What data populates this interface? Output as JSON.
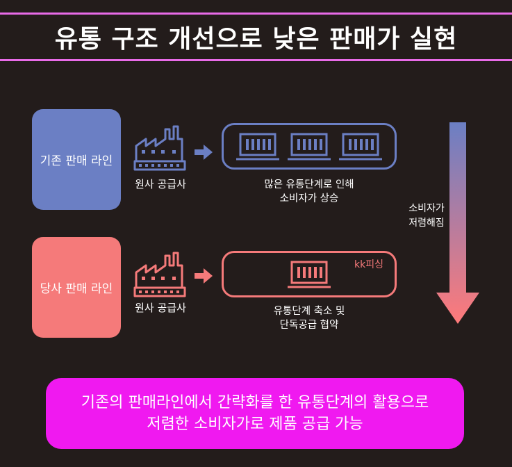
{
  "title": "유통 구조 개선으로 낮은 판매가 실현",
  "rows": [
    {
      "label": "기존 판매 라인",
      "supplier_caption": "원사 공급사",
      "description_lines": [
        "많은 유통단계로 인해",
        "소비자가 상승"
      ],
      "container_count": 3,
      "color": "#6b7fc4"
    },
    {
      "label": "당사 판매 라인",
      "supplier_caption": "원사 공급사",
      "description_lines": [
        "유통단계 축소 및",
        "단독공급 협약"
      ],
      "container_count": 1,
      "brand": "kk피싱",
      "color": "#f57a7a"
    }
  ],
  "price_effect": {
    "lines": [
      "소비자가",
      "저렴해짐"
    ],
    "gradient_top": "#6b7fc4",
    "gradient_bottom": "#ff7a7a"
  },
  "summary_lines": [
    "기존의 판매라인에서 간략화를 한 유통단계의 활용으로",
    "저렴한 소비자가로 제품 공급 가능"
  ],
  "colors": {
    "background": "#231c1b",
    "accent_border": "#e86be8",
    "summary_bg": "#f019f0"
  }
}
